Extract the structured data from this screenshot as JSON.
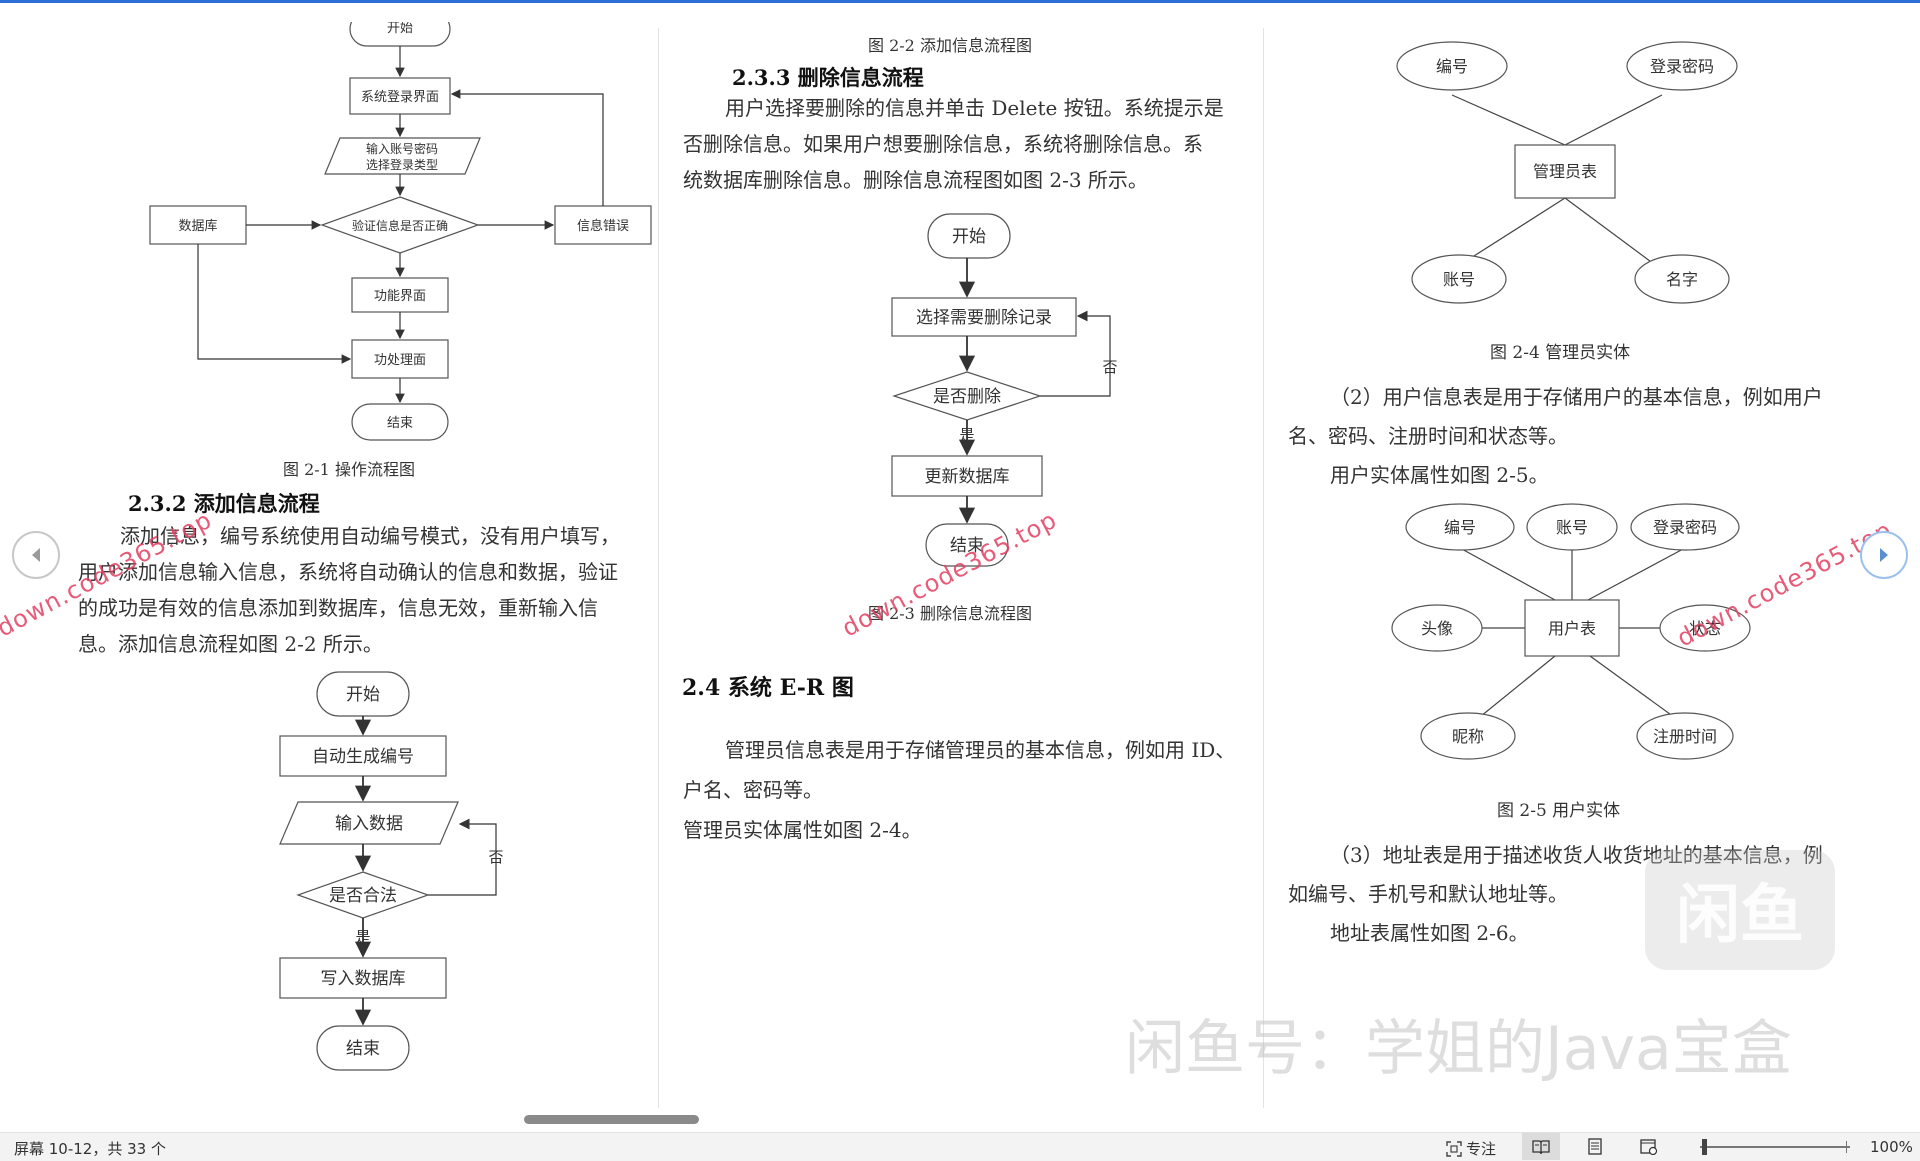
{
  "left_column": {
    "fig1": {
      "nodes": {
        "start": "开始",
        "login_screen": "系统登录界面",
        "input_line1": "输入账号密码",
        "input_line2": "选择登录类型",
        "verify": "验证信息是否正确",
        "database": "数据库",
        "error": "信息错误",
        "function_screen": "功能界面",
        "function_process": "功处理面",
        "end": "结束"
      },
      "caption": "图 2-1 操作流程图"
    },
    "section_heading": "2.3.2 添加信息流程",
    "paragraph": [
      "添加信息，编号系统使用自动编号模式，没有用户填写，",
      "用户添加信息输入信息，系统将自动确认的信息和数据，验证",
      "的成功是有效的信息添加到数据库，信息无效，重新输入信",
      "息。添加信息流程如图 2-2 所示。"
    ],
    "fig2": {
      "nodes": {
        "start": "开始",
        "auto_number": "自动生成编号",
        "input_data": "输入数据",
        "is_valid": "是否合法",
        "write_db": "写入数据库",
        "end": "结束"
      },
      "no_label": "否",
      "yes_label": "是"
    }
  },
  "middle_column": {
    "top_caption": "图 2-2 添加信息流程图",
    "section_heading": "2.3.3 删除信息流程",
    "paragraph": [
      "用户选择要删除的信息并单击 Delete 按钮。系统提示是",
      "否删除信息。如果用户想要删除信息，系统将删除信息。系",
      "统数据库删除信息。删除信息流程图如图 2-3 所示。"
    ],
    "fig3": {
      "nodes": {
        "start": "开始",
        "select": "选择需要删除记录",
        "is_delete": "是否删除",
        "update_db": "更新数据库",
        "end": "结束"
      },
      "no_label": "否",
      "yes_label": "是",
      "caption": "图 2-3 删除信息流程图"
    },
    "section2_heading": "2.4 系统 E-R 图",
    "paragraph2": [
      "管理员信息表是用于存储管理员的基本信息，例如用 ID、",
      "户名、密码等。",
      "管理员实体属性如图 2-4。"
    ]
  },
  "right_column": {
    "fig4": {
      "entity": "管理员表",
      "attrs": [
        "编号",
        "登录密码",
        "账号",
        "名字"
      ],
      "caption": "图 2-4 管理员实体"
    },
    "paragraph1": [
      "（2）用户信息表是用于存储用户的基本信息，例如用户",
      "名、密码、注册时间和状态等。",
      "用户实体属性如图 2-5。"
    ],
    "fig5": {
      "entity": "用户表",
      "attrs": [
        "编号",
        "账号",
        "登录密码",
        "头像",
        "状态",
        "昵称",
        "注册时间"
      ],
      "caption": "图 2-5 用户实体"
    },
    "paragraph2": [
      "（3）地址表是用于描述收货人收货地址的基本信息，例",
      "如编号、手机号和默认地址等。",
      "地址表属性如图 2-6。"
    ]
  },
  "watermarks": {
    "site": "down.code365.top",
    "logo": "闲鱼",
    "footer": "闲鱼号：学姐的Java宝盒"
  },
  "statusbar": {
    "page_info": "屏幕 10-12，共 33 个",
    "focus_label": "专注",
    "zoom": "100%"
  }
}
